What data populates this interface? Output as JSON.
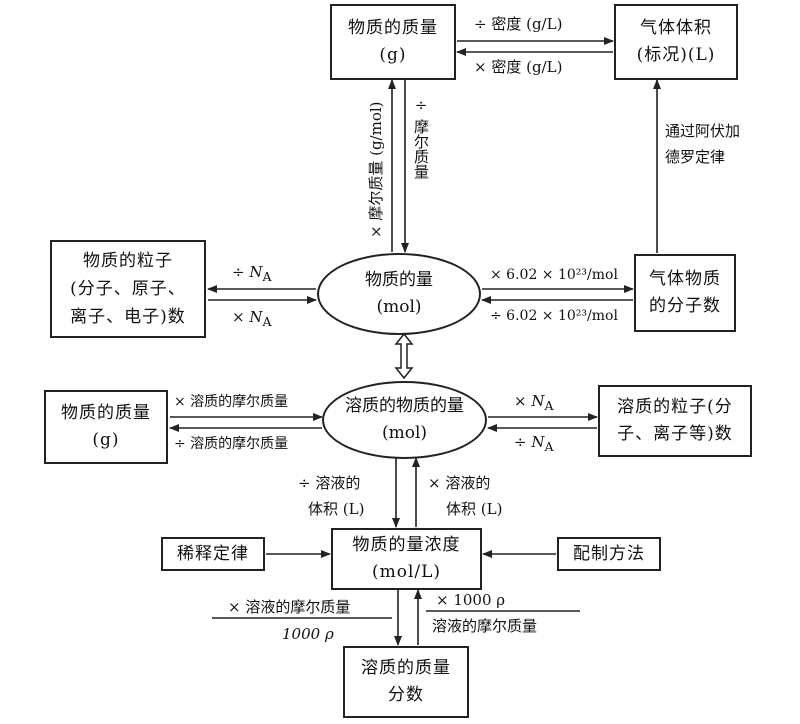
{
  "nodes": {
    "mass_top": {
      "line1": "物质的质量",
      "line2": "(g)"
    },
    "gas_volume": {
      "line1": "气体体积",
      "line2": "(标况)(L)"
    },
    "particles": {
      "line1": "物质的粒子",
      "line2": "(分子、原子、",
      "line3": "离子、电子)数"
    },
    "amount": {
      "line1": "物质的量",
      "line2": "(mol)"
    },
    "gas_molecules": {
      "line1": "气体物质",
      "line2": "的分子数"
    },
    "mass_left": {
      "line1": "物质的质量",
      "line2": "(g)"
    },
    "solute_amount": {
      "line1": "溶质的物质的量",
      "line2": "(mol)"
    },
    "solute_particles": {
      "line1": "溶质的粒子(分",
      "line2": "子、离子等)数"
    },
    "dilution": {
      "text": "稀释定律"
    },
    "concentration": {
      "line1": "物质的量浓度",
      "line2": "(mol/L)"
    },
    "preparation": {
      "text": "配制方法"
    },
    "mass_fraction": {
      "line1": "溶质的质量",
      "line2": "分数"
    }
  },
  "edges": {
    "div_density": "÷ 密度 (g/L)",
    "mul_density": "× 密度 (g/L)",
    "avogadro_law_line1": "通过阿伏加",
    "avogadro_law_line2": "德罗定律",
    "mul_molar_mass": "× 摩尔质量 (g/mol)",
    "div_molar_mass": "÷ 摩尔质量",
    "div_na": "÷ N",
    "mul_na": "× N",
    "na_sub": "A",
    "mul_avogadro": "× 6.02 × 10²³/mol",
    "div_avogadro": "÷ 6.02 × 10²³/mol",
    "mul_solute_molar_mass": "× 溶质的摩尔质量",
    "div_solute_molar_mass": "÷ 溶质的摩尔质量",
    "mul_na2": "× N",
    "div_na2": "÷ N",
    "div_solution_volume_1": "÷ 溶液的",
    "div_solution_volume_2": "体积 (L)",
    "mul_solution_volume_1": "× 溶液的",
    "mul_solution_volume_2": "体积 (L)",
    "frac_left_num": "× 溶液的摩尔质量",
    "frac_left_den": "1000 ρ",
    "frac_right_num": "× 1000 ρ",
    "frac_right_den": "溶液的摩尔质量"
  }
}
